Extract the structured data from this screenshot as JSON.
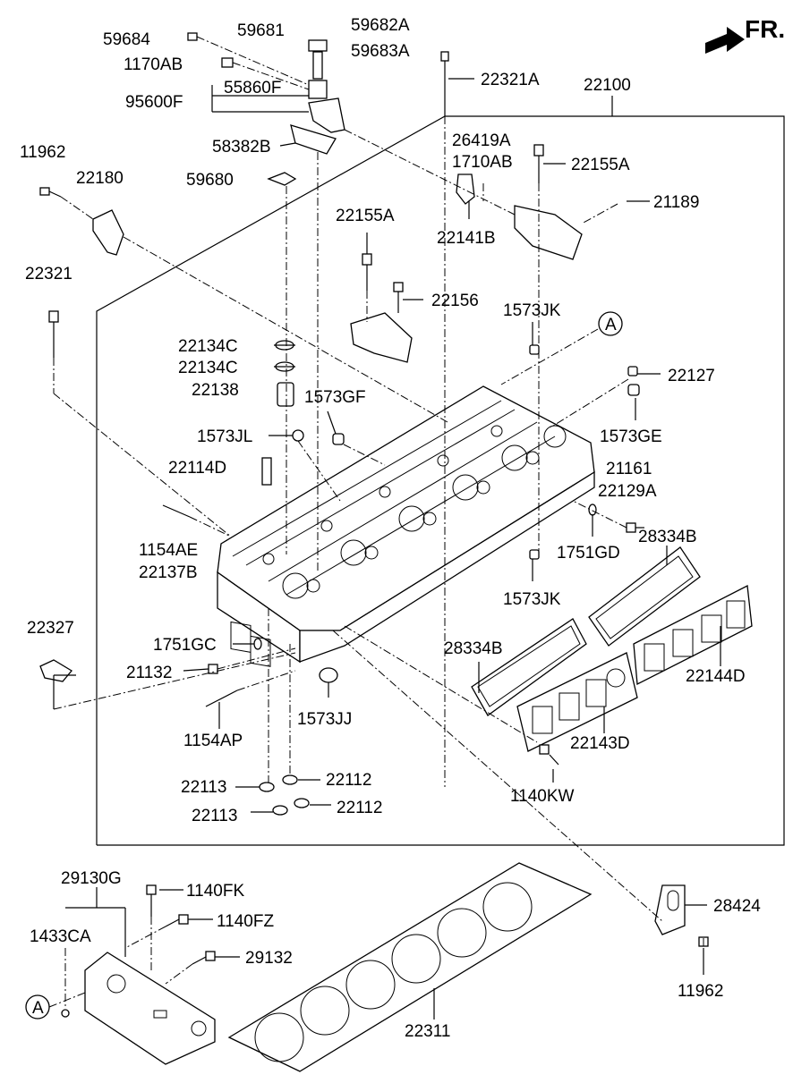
{
  "direction": "FR.",
  "labels": {
    "p59684": "59684",
    "p59681": "59681",
    "p59682A": "59682A",
    "p59683A": "59683A",
    "p1170AB": "1170AB",
    "p55860F": "55860F",
    "p95600F": "95600F",
    "p58382B": "58382B",
    "p59680": "59680",
    "p22321A": "22321A",
    "p22100": "22100",
    "p26419A": "26419A",
    "p1710AB": "1710AB",
    "p22155A_top": "22155A",
    "p21189": "21189",
    "p22141B": "22141B",
    "p11962_top": "11962",
    "p22180": "22180",
    "p22155A": "22155A",
    "p22156": "22156",
    "p22321": "22321",
    "p1573JK_top": "1573JK",
    "callout_A_top": "A",
    "p22134C_1": "22134C",
    "p22134C_2": "22134C",
    "p22138": "22138",
    "p1573GF": "1573GF",
    "p22127": "22127",
    "p1573JL": "1573JL",
    "p1573GE": "1573GE",
    "p22114D": "22114D",
    "p21161": "21161",
    "p22129A": "22129A",
    "p1154AE": "1154AE",
    "p22137B": "22137B",
    "p28334B_right": "28334B",
    "p1751GD": "1751GD",
    "p1573JK_bottom": "1573JK",
    "p22327": "22327",
    "p1751GC": "1751GC",
    "p28334B_left": "28334B",
    "p21132": "21132",
    "p22144D": "22144D",
    "p1573JJ": "1573JJ",
    "p1154AP": "1154AP",
    "p22143D": "22143D",
    "p22112_1": "22112",
    "p22113_1": "22113",
    "p1140KW": "1140KW",
    "p22113_2": "22113",
    "p22112_2": "22112",
    "p29130G": "29130G",
    "p1140FK": "1140FK",
    "p1140FZ": "1140FZ",
    "p1433CA": "1433CA",
    "p29132": "29132",
    "p28424": "28424",
    "callout_A_bottom": "A",
    "p11962_bottom": "11962",
    "p22311": "22311"
  }
}
